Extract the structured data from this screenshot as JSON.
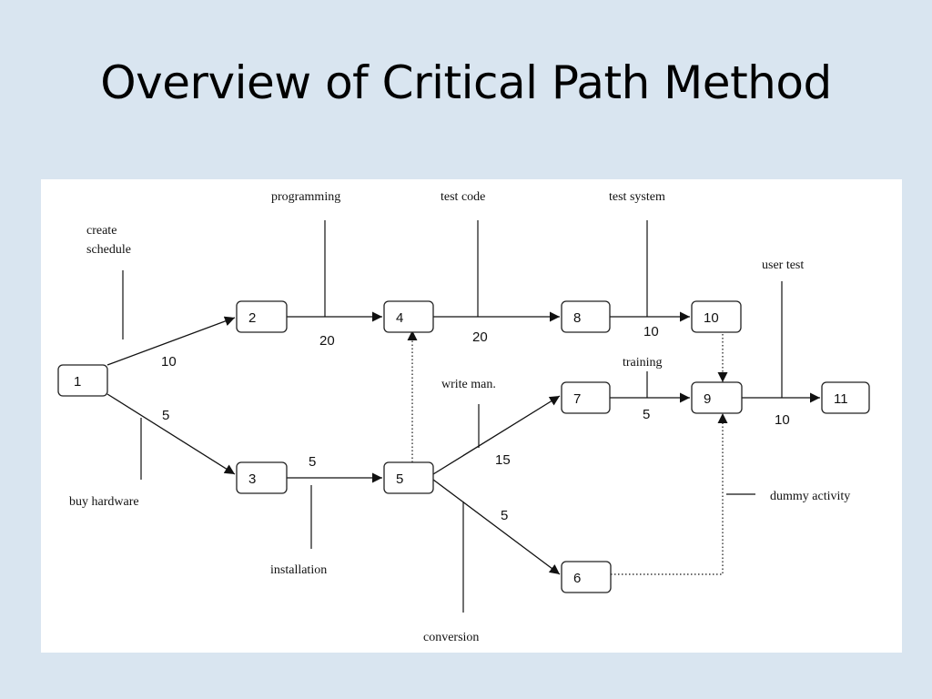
{
  "slide": {
    "title": "Overview of Critical Path Method"
  },
  "diagram": {
    "nodes": [
      {
        "id": "1",
        "label": "1"
      },
      {
        "id": "2",
        "label": "2"
      },
      {
        "id": "3",
        "label": "3"
      },
      {
        "id": "4",
        "label": "4"
      },
      {
        "id": "5",
        "label": "5"
      },
      {
        "id": "6",
        "label": "6"
      },
      {
        "id": "7",
        "label": "7"
      },
      {
        "id": "8",
        "label": "8"
      },
      {
        "id": "9",
        "label": "9"
      },
      {
        "id": "10",
        "label": "10"
      },
      {
        "id": "11",
        "label": "11"
      }
    ],
    "activities": [
      {
        "from": "1",
        "to": "2",
        "name": "create schedule",
        "duration": "10"
      },
      {
        "from": "1",
        "to": "3",
        "name": "buy hardware",
        "duration": "5"
      },
      {
        "from": "2",
        "to": "4",
        "name": "programming",
        "duration": "20"
      },
      {
        "from": "3",
        "to": "5",
        "name": "installation",
        "duration": "5"
      },
      {
        "from": "4",
        "to": "8",
        "name": "test code",
        "duration": "20"
      },
      {
        "from": "5",
        "to": "7",
        "name": "write man.",
        "duration": "15"
      },
      {
        "from": "5",
        "to": "6",
        "name": "conversion",
        "duration": "5"
      },
      {
        "from": "8",
        "to": "10",
        "name": "test system",
        "duration": "10"
      },
      {
        "from": "7",
        "to": "9",
        "name": "training",
        "duration": "5"
      },
      {
        "from": "9",
        "to": "11",
        "name": "user test",
        "duration": "10"
      }
    ],
    "dummy_edges": [
      {
        "from": "5",
        "to": "4"
      },
      {
        "from": "10",
        "to": "9"
      },
      {
        "from": "6",
        "to": "9"
      }
    ],
    "labels": {
      "create_schedule_line1": "create",
      "create_schedule_line2": "schedule",
      "buy_hardware": "buy hardware",
      "programming": "programming",
      "installation": "installation",
      "test_code": "test code",
      "write_manual": "write man.",
      "conversion": "conversion",
      "test_system": "test system",
      "training": "training",
      "user_test": "user test",
      "dummy_activity": "dummy activity"
    }
  }
}
